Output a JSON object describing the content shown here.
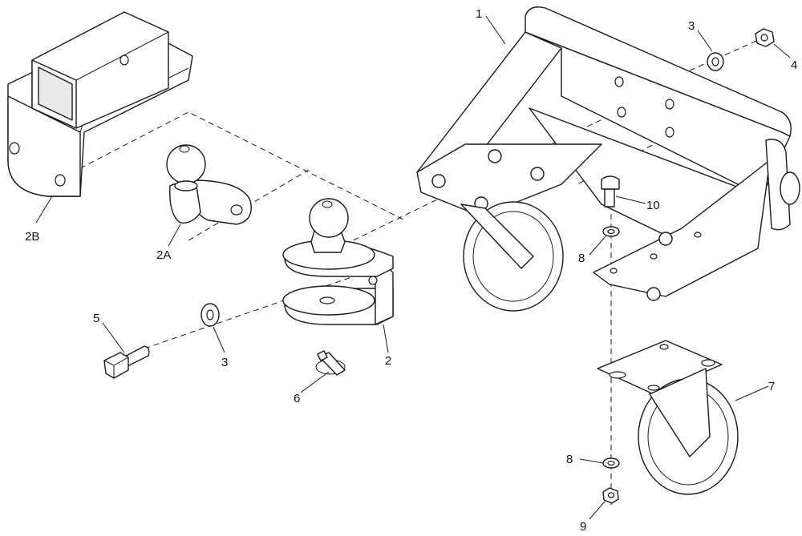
{
  "diagram": {
    "callouts": {
      "part_1": "1",
      "part_2": "2",
      "part_2a": "2A",
      "part_2b": "2B",
      "part_3_top": "3",
      "part_3_left": "3",
      "part_4": "4",
      "part_5": "5",
      "part_6": "6",
      "part_7": "7",
      "part_8_upper": "8",
      "part_8_lower": "8",
      "part_9": "9",
      "part_10": "10"
    }
  }
}
